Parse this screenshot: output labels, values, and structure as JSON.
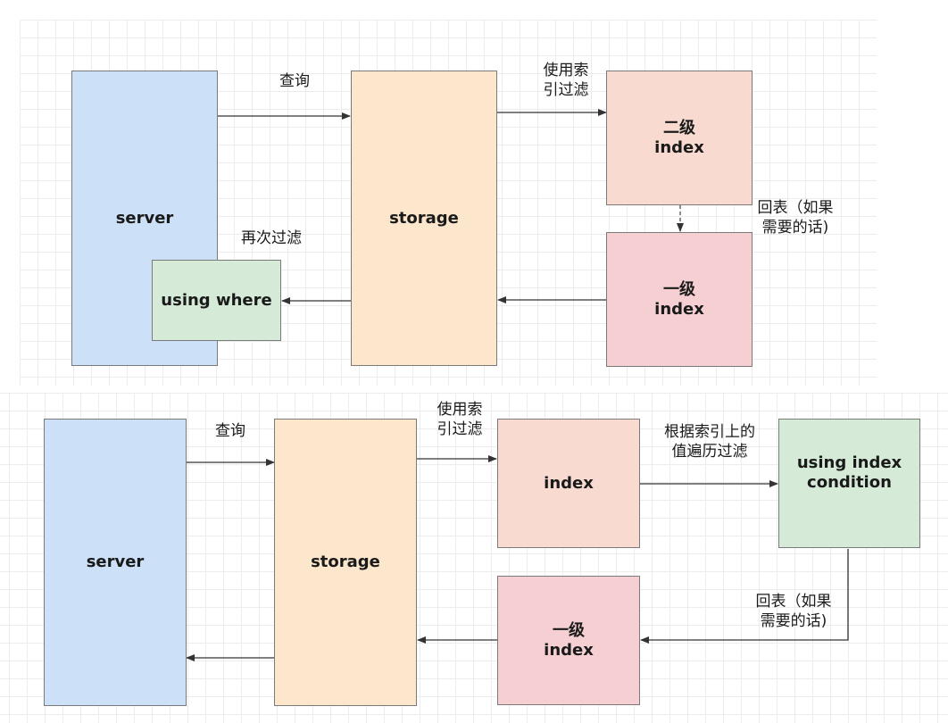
{
  "top": {
    "nodes": {
      "server": "server",
      "storage": "storage",
      "secondary_index": "二级\nindex",
      "primary_index": "一级\nindex",
      "using_where": "using where"
    },
    "labels": {
      "query": "查询",
      "index_filter": "使用索\n引过滤",
      "table_lookup": "回表（如果\n需要的话)",
      "filter_again": "再次过滤"
    }
  },
  "bottom": {
    "nodes": {
      "server": "server",
      "storage": "storage",
      "index": "index",
      "using_index_condition": "using index\ncondition",
      "primary_index": "一级\nindex"
    },
    "labels": {
      "query": "查询",
      "index_filter": "使用索\n引过滤",
      "traverse_filter": "根据索引上的\n值遍历过滤",
      "table_lookup": "回表（如果\n需要的话)"
    }
  },
  "colors": {
    "server": "#cce0f7",
    "storage": "#fce6cc",
    "index": "#f8dad0",
    "primary_index": "#f5cfd2",
    "condition": "#d5ead7"
  }
}
